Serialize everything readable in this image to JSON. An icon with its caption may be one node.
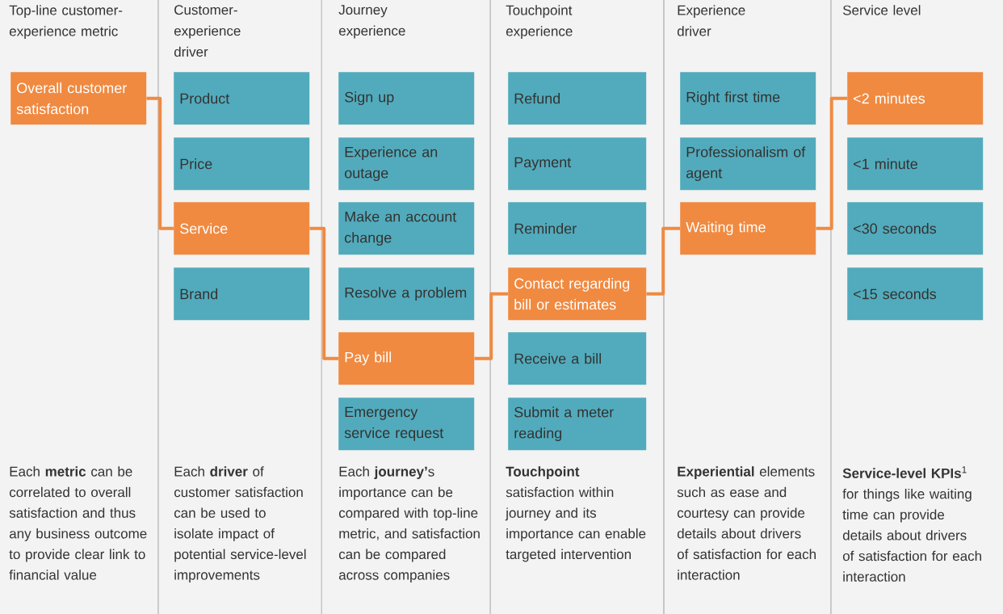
{
  "diagram": {
    "nodes": [
      {
        "text": [
          "Overall customer satisfaction"
        ]
      },
      {
        "text": [
          "Product"
        ]
      },
      {
        "text": [
          "Price"
        ]
      },
      {
        "text": [
          "Service"
        ]
      },
      {
        "text": [
          "Brand"
        ]
      },
      {
        "text": [
          "Sign up"
        ]
      },
      {
        "text": [
          "Experience an outage"
        ]
      },
      {
        "text": [
          "Make an account change"
        ]
      },
      {
        "text": [
          "Resolve a problem"
        ]
      },
      {
        "text": [
          "Pay bill"
        ]
      },
      {
        "text": [
          "Emergency service request"
        ]
      },
      {
        "text": [
          "Refund"
        ]
      },
      {
        "text": [
          "Payment"
        ]
      },
      {
        "text": [
          "Reminder"
        ]
      },
      {
        "text": [
          "Contact regarding bill or estimates"
        ]
      },
      {
        "text": [
          "Receive a bill"
        ]
      },
      {
        "text": [
          "Submit a meter reading"
        ]
      },
      {
        "text": [
          "Right first time"
        ]
      },
      {
        "text": [
          "Professionalism of agent"
        ]
      },
      {
        "text": [
          "Waiting time"
        ]
      },
      {
        "text": [
          "<2 minutes"
        ]
      },
      {
        "text": [
          "<1 minute"
        ]
      },
      {
        "text": [
          "<30 seconds"
        ]
      },
      {
        "text": [
          "<15 seconds"
        ]
      }
    ],
    "edges": [
      {
        "from": 0,
        "to": 3,
        "arrow": "none"
      },
      {
        "from": 3,
        "to": 9,
        "arrow": "none"
      },
      {
        "from": 9,
        "to": 14,
        "arrow": "none"
      },
      {
        "from": 14,
        "to": 19,
        "arrow": "none"
      },
      {
        "from": 19,
        "to": 20,
        "arrow": "none"
      }
    ],
    "labels": [
      "Top-line customer-experience metric",
      "Customer-experience driver",
      "Journey experience",
      "Touchpoint experience",
      "Experience driver",
      "Service level",
      "Each **metric** can be correlated to overall satisfaction and thus any business outcome to provide clear link to financial value",
      "Each **driver** of customer satisfaction can be used to isolate impact of potential service-level improvements",
      "Each **journey’**s importance can be compared with top-line metric, and satisfaction can be compared across companies",
      "**Touchpoint** satisfaction within journey and its importance can enable targeted intervention",
      "**Experiential** elements such as ease and courtesy can provide details about drivers of satisfaction for each interaction",
      "**Service-level KPIs**$^{1}$ for things like waiting time can provide details about drivers of satisfaction for each interaction"
    ]
  }
}
